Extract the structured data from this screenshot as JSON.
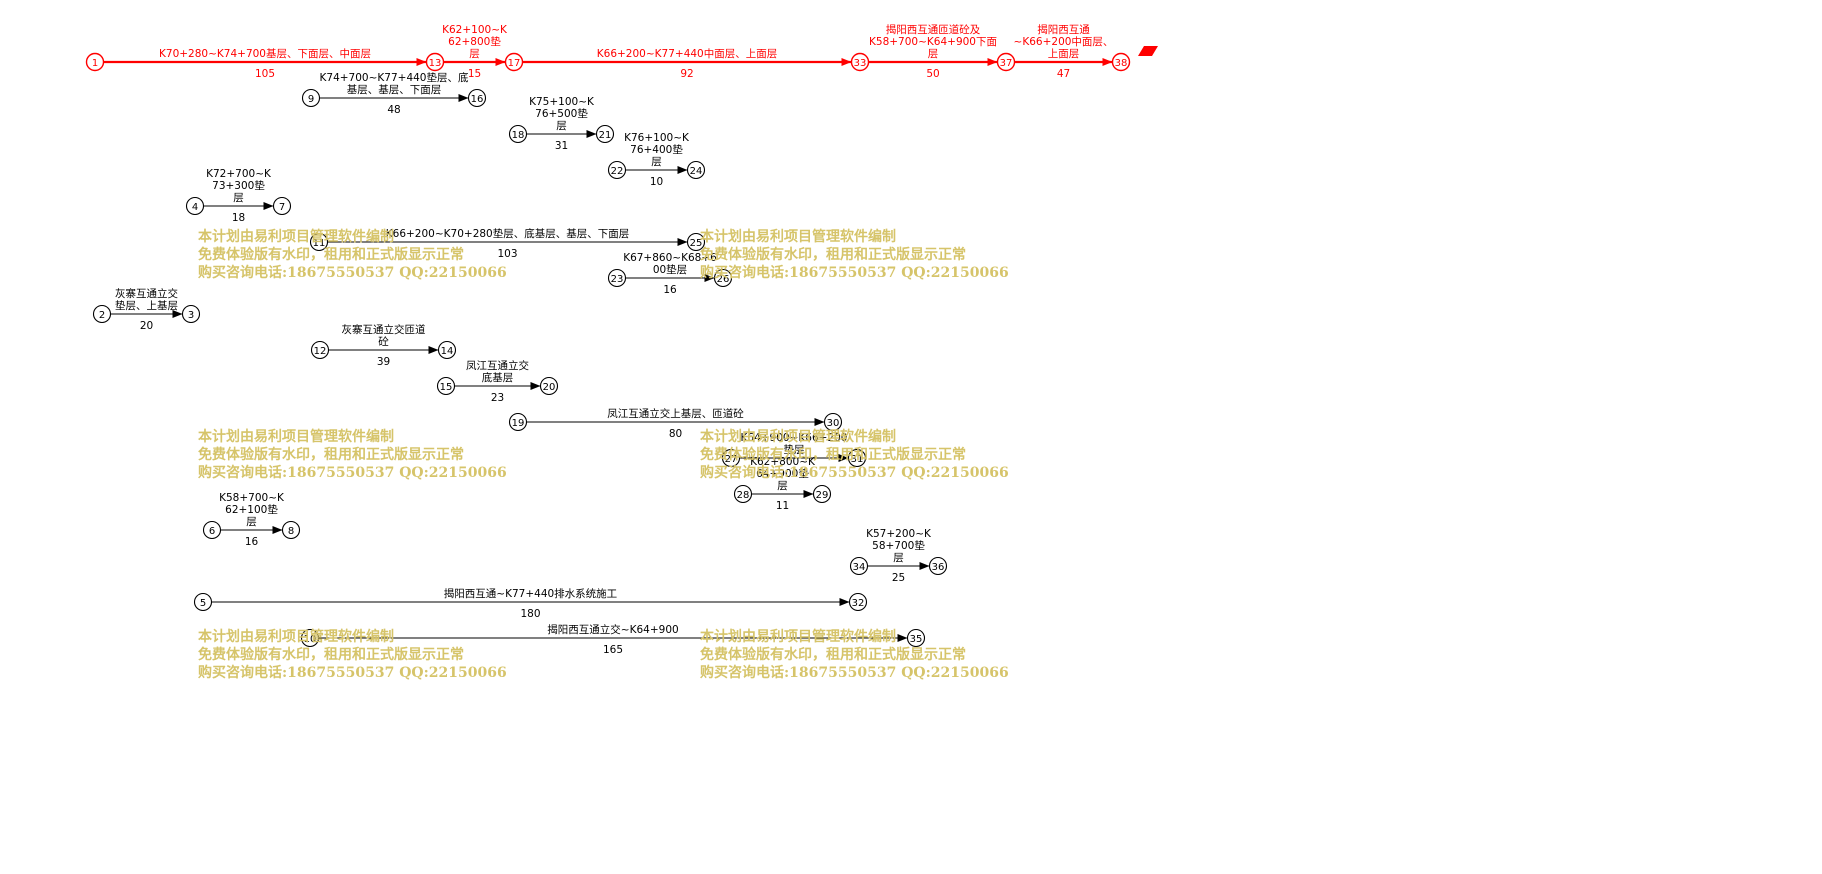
{
  "colors": {
    "critical": "#ff0000",
    "normal": "#000000",
    "watermark": "#d6c46a"
  },
  "watermark": {
    "line1": "本计划由易利项目管理软件编制",
    "line2": "免费体验版有水印，租用和正式版显示正常",
    "line3": "购买咨询电话:18675550537 QQ:22150066"
  },
  "nodes": [
    {
      "id": "1"
    },
    {
      "id": "13"
    },
    {
      "id": "17"
    },
    {
      "id": "33"
    },
    {
      "id": "37"
    },
    {
      "id": "38"
    },
    {
      "id": "9"
    },
    {
      "id": "16"
    },
    {
      "id": "18"
    },
    {
      "id": "21"
    },
    {
      "id": "22"
    },
    {
      "id": "24"
    },
    {
      "id": "4"
    },
    {
      "id": "7"
    },
    {
      "id": "11"
    },
    {
      "id": "25"
    },
    {
      "id": "23"
    },
    {
      "id": "26"
    },
    {
      "id": "2"
    },
    {
      "id": "3"
    },
    {
      "id": "12"
    },
    {
      "id": "14"
    },
    {
      "id": "15"
    },
    {
      "id": "20"
    },
    {
      "id": "19"
    },
    {
      "id": "30"
    },
    {
      "id": "27"
    },
    {
      "id": "31"
    },
    {
      "id": "28"
    },
    {
      "id": "29"
    },
    {
      "id": "6"
    },
    {
      "id": "8"
    },
    {
      "id": "34"
    },
    {
      "id": "36"
    },
    {
      "id": "5"
    },
    {
      "id": "32"
    },
    {
      "id": "10"
    },
    {
      "id": "35"
    }
  ],
  "activities": [
    {
      "from": "1",
      "to": "13",
      "name": "K70+280~K74+700基层、下面层、中面层",
      "duration": "105",
      "critical": true
    },
    {
      "from": "13",
      "to": "17",
      "name": "K62+100~K 62+800垫 层",
      "duration": "15",
      "critical": true
    },
    {
      "from": "17",
      "to": "33",
      "name": "K66+200~K77+440中面层、上面层",
      "duration": "92",
      "critical": true
    },
    {
      "from": "33",
      "to": "37",
      "name": "揭阳西互通匝道砼及 K58+700~K64+900下面 层",
      "duration": "50",
      "critical": true
    },
    {
      "from": "37",
      "to": "38",
      "name": "揭阳西互通 ~K66+200中面层、 上面层",
      "duration": "47",
      "critical": true
    },
    {
      "from": "9",
      "to": "16",
      "name": "K74+700~K77+440垫层、底 基层、基层、下面层",
      "duration": "48",
      "critical": false
    },
    {
      "from": "18",
      "to": "21",
      "name": "K75+100~K 76+500垫 层",
      "duration": "31",
      "critical": false
    },
    {
      "from": "22",
      "to": "24",
      "name": "K76+100~K 76+400垫 层",
      "duration": "10",
      "critical": false
    },
    {
      "from": "4",
      "to": "7",
      "name": "K72+700~K 73+300垫 层",
      "duration": "18",
      "critical": false
    },
    {
      "from": "11",
      "to": "25",
      "name": "K66+200~K70+280垫层、底基层、基层、下面层",
      "duration": "103",
      "critical": false
    },
    {
      "from": "23",
      "to": "26",
      "name": "K67+860~K68+6 00垫层",
      "duration": "16",
      "critical": false
    },
    {
      "from": "2",
      "to": "3",
      "name": "灰寨互通立交 垫层、上基层",
      "duration": "20",
      "critical": false
    },
    {
      "from": "12",
      "to": "14",
      "name": "灰寨互通立交匝道 砼",
      "duration": "39",
      "critical": false
    },
    {
      "from": "15",
      "to": "20",
      "name": "凤江互通立交 底基层",
      "duration": "23",
      "critical": false
    },
    {
      "from": "19",
      "to": "30",
      "name": "凤江互通立交上基层、匝道砼",
      "duration": "80",
      "critical": false
    },
    {
      "from": "27",
      "to": "31",
      "name": "K64+900~K66+200 垫层",
      "duration": "",
      "critical": false
    },
    {
      "from": "28",
      "to": "29",
      "name": "K62+800~K 64+900垫 层",
      "duration": "11",
      "critical": false
    },
    {
      "from": "6",
      "to": "8",
      "name": "K58+700~K 62+100垫 层",
      "duration": "16",
      "critical": false
    },
    {
      "from": "34",
      "to": "36",
      "name": "K57+200~K 58+700垫 层",
      "duration": "25",
      "critical": false
    },
    {
      "from": "5",
      "to": "32",
      "name": "揭阳西互通~K77+440排水系统施工",
      "duration": "180",
      "critical": false
    },
    {
      "from": "10",
      "to": "35",
      "name": "揭阳西互通立交~K64+900",
      "duration": "165",
      "critical": false
    }
  ]
}
